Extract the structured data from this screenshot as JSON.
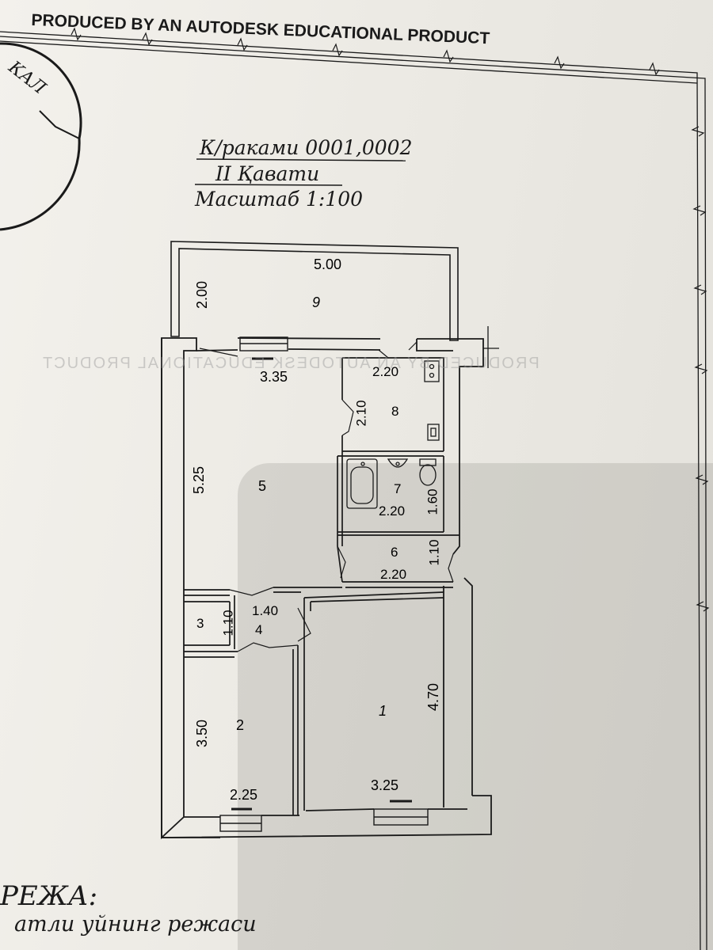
{
  "banner": "PRODUCED BY AN AUTODESK EDUCATIONAL PRODUCT",
  "ghost_banner": "PRODUCED BY AN AUTODESK EDUCATIONAL PRODUCT",
  "stamp_text": "КАЛ",
  "title": {
    "line1": "К/раками  0001,0002",
    "line2": "II   Қавати",
    "line3": "Масштаб 1:100"
  },
  "rooms": [
    {
      "number": "1",
      "width": "3.25",
      "length": "4.70"
    },
    {
      "number": "2",
      "width": "2.25",
      "length": "3.50"
    },
    {
      "number": "3",
      "length": "1.10"
    },
    {
      "number": "4",
      "width": "1.40"
    },
    {
      "number": "5",
      "width": "3.35",
      "length": "5.25"
    },
    {
      "number": "6",
      "width": "2.20",
      "length": "1.10"
    },
    {
      "number": "7",
      "width": "2.20",
      "length": "1.60"
    },
    {
      "number": "8",
      "width": "2.20",
      "length": "2.10"
    },
    {
      "number": "9",
      "width": "5.00",
      "length": "2.00"
    }
  ],
  "footer": {
    "line1": "РЕЖА:",
    "line2": "атли уйнинг режаси"
  }
}
